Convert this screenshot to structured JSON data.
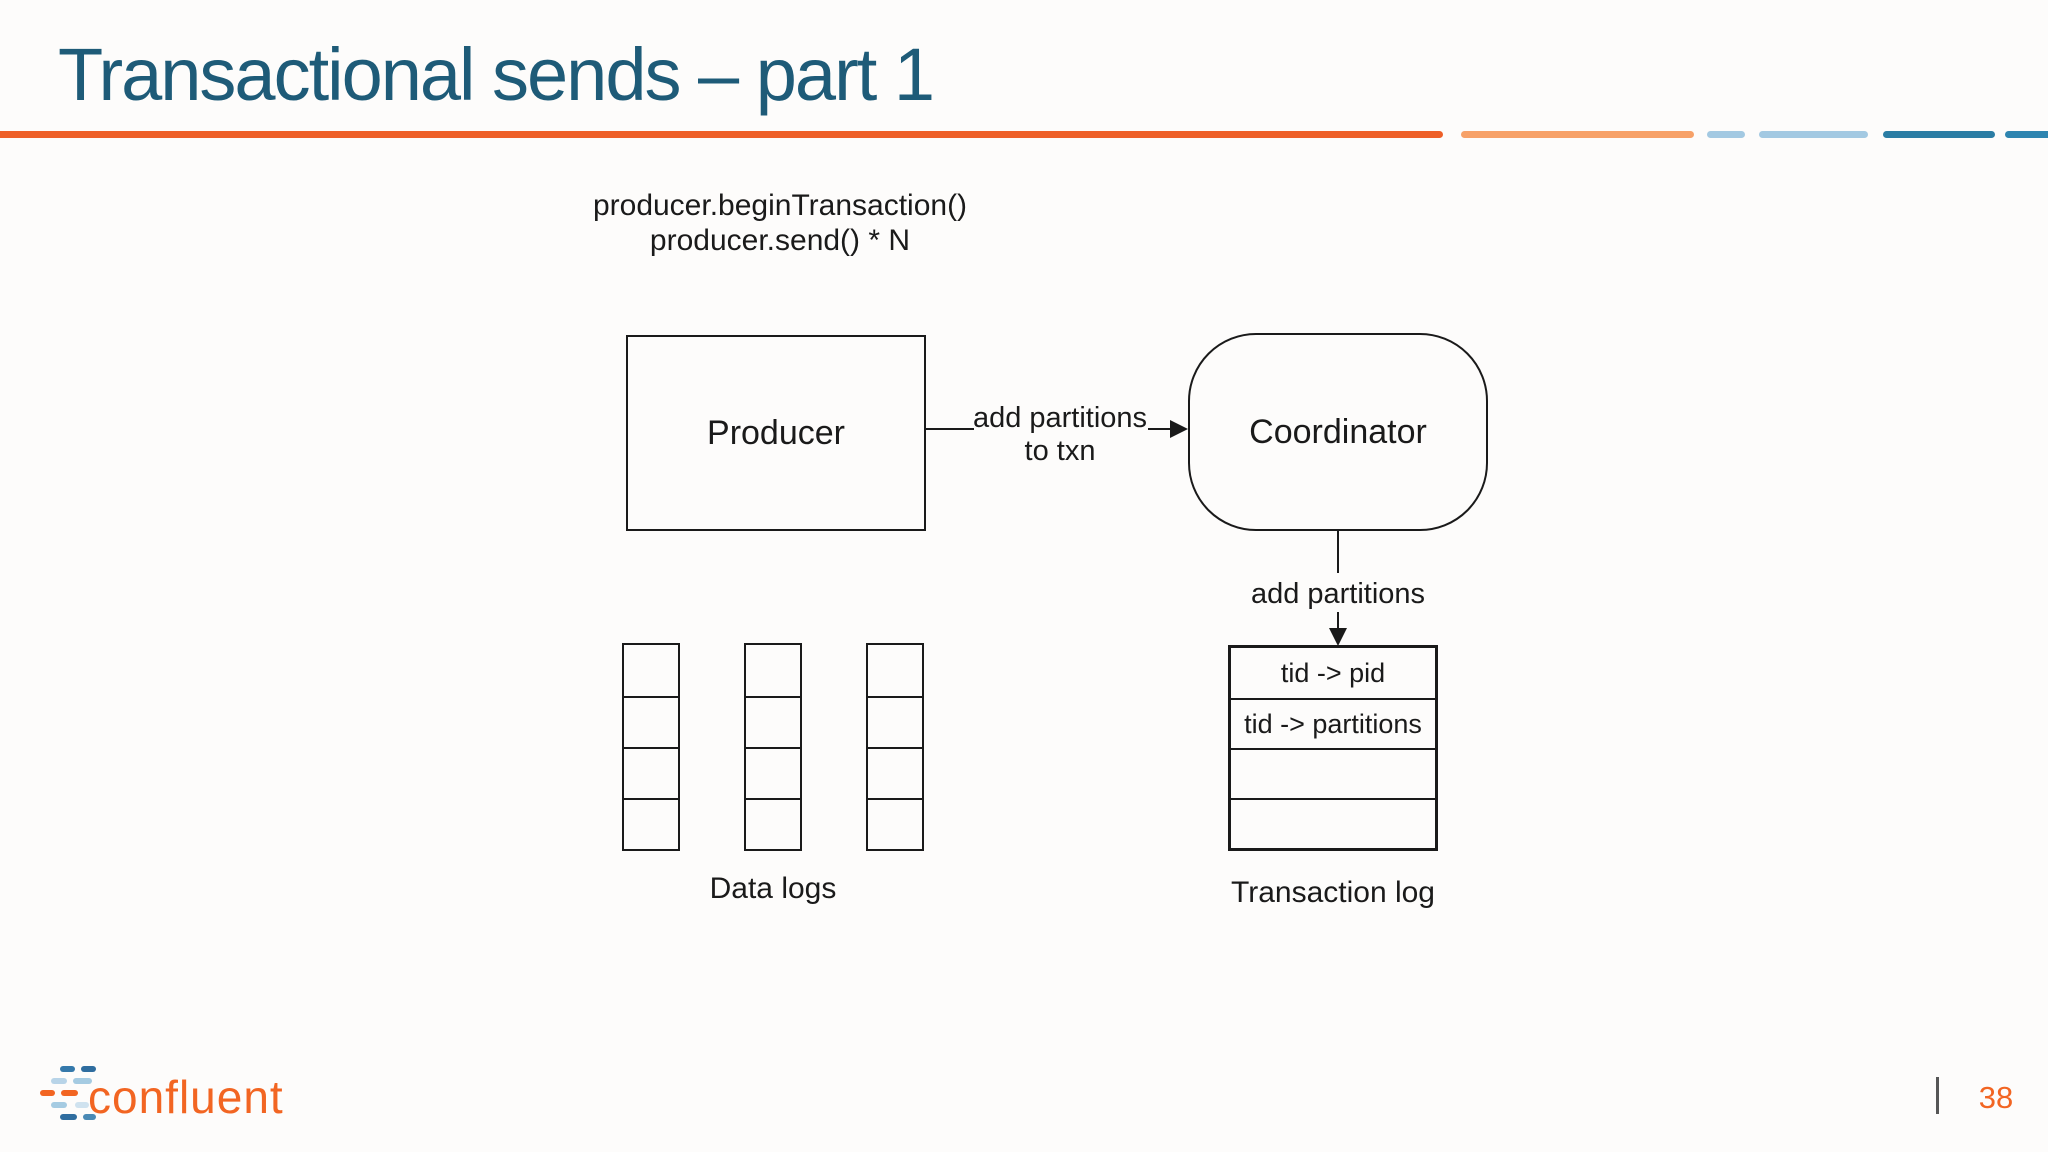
{
  "slide": {
    "title": "Transactional sends – part 1",
    "colors": {
      "title_teal": "#1e5b78",
      "rule_orange": "#ee5f27",
      "rule_orange_light": "#f7a168",
      "rule_blue_light": "#a3c9e2",
      "rule_teal": "#2b7da4",
      "diagram_stroke": "#1a1a1a",
      "brand_orange": "#f26522"
    }
  },
  "diagram": {
    "code_caption": {
      "line1": "producer.beginTransaction()",
      "line2": "producer.send() * N"
    },
    "producer": {
      "label": "Producer"
    },
    "coordinator": {
      "label": "Coordinator"
    },
    "edge_producer_coordinator": {
      "label_line1": "add partitions",
      "label_line2": "to txn"
    },
    "edge_coordinator_log": {
      "label": "add partitions"
    },
    "transaction_log": {
      "caption": "Transaction log",
      "rows": [
        "tid -> pid",
        "tid -> partitions",
        "",
        ""
      ]
    },
    "data_logs": {
      "caption": "Data logs",
      "columns": 3,
      "cells_per_column": 4
    }
  },
  "footer": {
    "logo_text": "confluent",
    "page_number": "38"
  }
}
